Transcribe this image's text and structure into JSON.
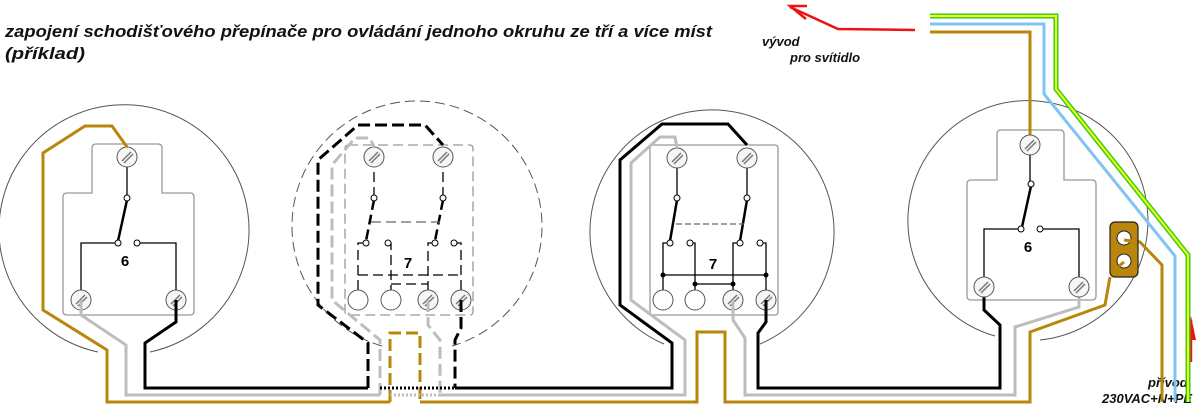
{
  "title": {
    "line1": "zapojení schodišťového přepínače pro ovládání jednoho okruhu ze tří a více míst",
    "line2": "(příklad)"
  },
  "labels": {
    "output_line1": "vývod",
    "output_line2": "pro svítidlo",
    "input_line1": "přívod",
    "input_line2": "230VAC+N+PE"
  },
  "switches": [
    {
      "type": "6",
      "style": "solid"
    },
    {
      "type": "7",
      "style": "dashed"
    },
    {
      "type": "7",
      "style": "solid"
    },
    {
      "type": "6",
      "style": "solid"
    }
  ],
  "colors": {
    "phase": "#000000",
    "switched": "#bdbdbd",
    "live_brown": "#b8860b",
    "neutral_blue": "#7fc4f5",
    "pe_green": "#33cc33",
    "pe_yellow": "#ffff00",
    "arrow": "#ee1111"
  }
}
